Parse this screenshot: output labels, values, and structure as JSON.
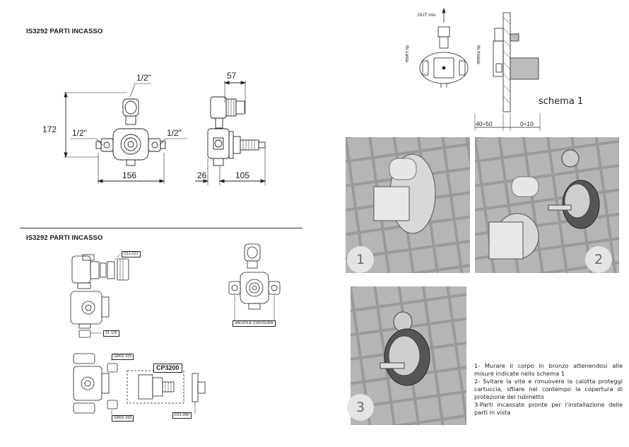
{
  "top_drawing": {
    "title": "IS3292 PARTI INCASSO",
    "dims": {
      "height": "172",
      "top_thread": "1/2\"",
      "left_thread": "1/2\"",
      "right_thread": "1/2\"",
      "width": "156",
      "depth_top": "57",
      "offset": "26",
      "depth": "105"
    }
  },
  "bottom_drawing": {
    "title": "IS3292 PARTI INCASSO",
    "codes": {
      "cap": "D11-021",
      "nut": "21-116",
      "valve_top": "GR02-155",
      "valve_bottom": "GR02-155",
      "cartridge": "CP3200",
      "screw": "D11-380"
    },
    "valve_label": "VALVOLE CHIUSURA"
  },
  "schema": {
    "out_label": "OUT mix",
    "in_hot": "IN calda",
    "in_cold": "IN fredda",
    "dim_left": "40÷50",
    "dim_right": "0÷10",
    "caption": "schema 1"
  },
  "steps": {
    "badges": [
      "1",
      "2",
      "3"
    ]
  },
  "instructions": [
    "1- Murare il corpo in bronzo attenendosi alle misure indicate nello schema 1",
    "2- Svitare la vite e rimuovere la calotta proteggi cartuccia, sfilare nel contempo la copertura di protezione del rubinetto",
    "3-Parti incassate pronte per l'installazione delle parti in vista"
  ]
}
